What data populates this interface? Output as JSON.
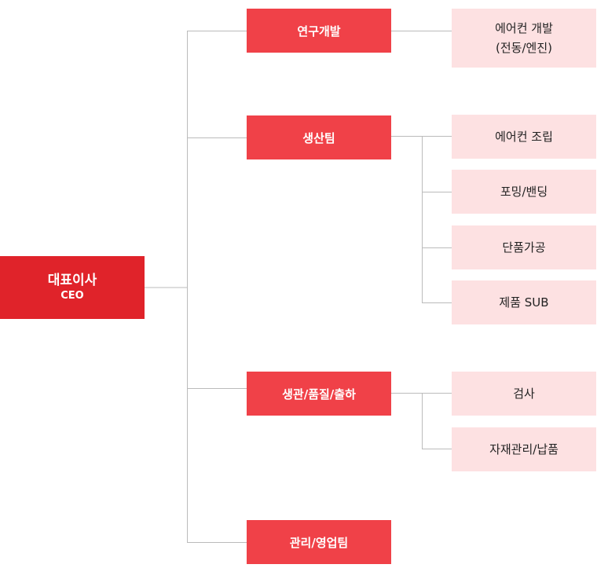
{
  "org_chart": {
    "ceo": {
      "title": "대표이사",
      "subtitle": "CEO"
    },
    "departments": [
      {
        "name": "연구개발",
        "teams": [
          "에어컨 개발",
          "(전동/엔진)"
        ]
      },
      {
        "name": "생산팀",
        "teams": [
          "에어컨 조립",
          "포밍/밴딩",
          "단품가공",
          "제품 SUB"
        ]
      },
      {
        "name": "생관/품질/출하",
        "teams": [
          "검사",
          "자재관리/납품"
        ]
      },
      {
        "name": "관리/영업팀",
        "teams": []
      }
    ]
  },
  "colors": {
    "ceo_box": "#e0232a",
    "department_box": "#f04148",
    "team_box": "#fde1e2",
    "connector": "#bbbbbb"
  }
}
